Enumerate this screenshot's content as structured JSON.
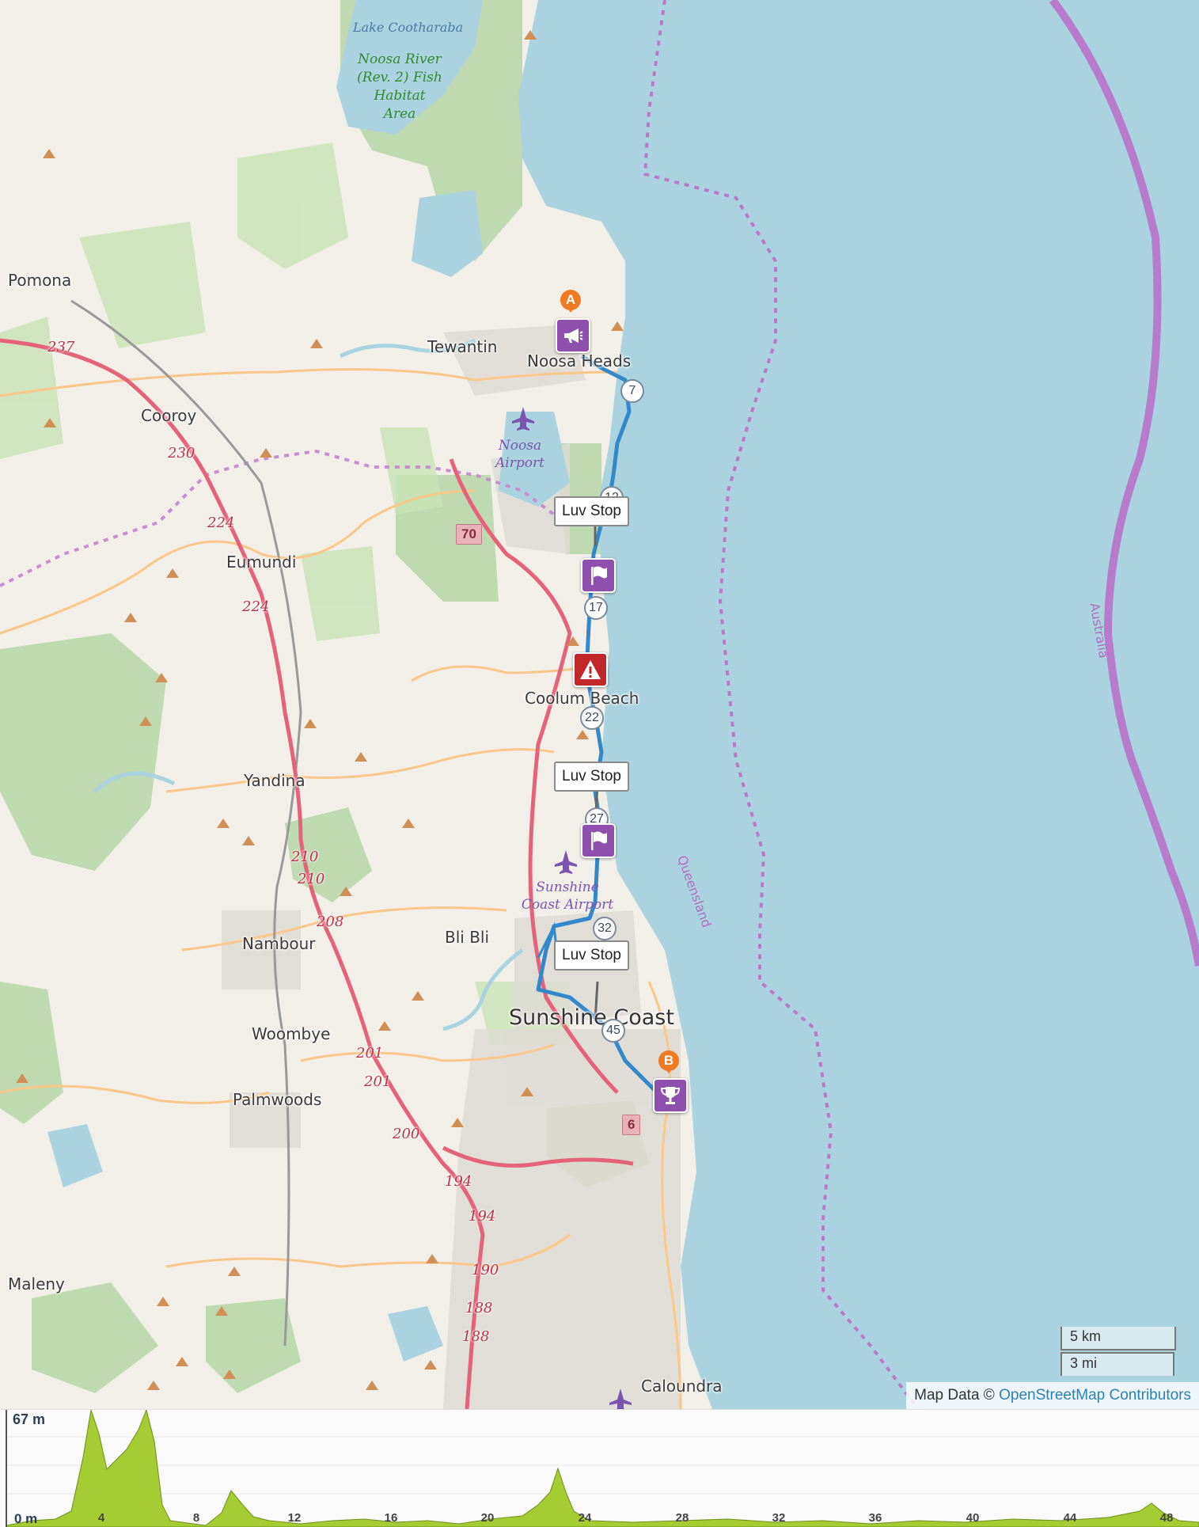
{
  "map": {
    "places": [
      {
        "id": "pomona",
        "label": "Pomona"
      },
      {
        "id": "tewantin",
        "label": "Tewantin"
      },
      {
        "id": "noosa-heads",
        "label": "Noosa Heads"
      },
      {
        "id": "cooroy",
        "label": "Cooroy"
      },
      {
        "id": "eumundi",
        "label": "Eumundi"
      },
      {
        "id": "coolum-beach",
        "label": "Coolum Beach"
      },
      {
        "id": "yandina",
        "label": "Yandina"
      },
      {
        "id": "nambour",
        "label": "Nambour"
      },
      {
        "id": "bli-bli",
        "label": "Bli Bli"
      },
      {
        "id": "sunshine-coast",
        "label": "Sunshine Coast"
      },
      {
        "id": "woombye",
        "label": "Woombye"
      },
      {
        "id": "palmwoods",
        "label": "Palmwoods"
      },
      {
        "id": "maleny",
        "label": "Maleny"
      },
      {
        "id": "caloundra",
        "label": "Caloundra"
      }
    ],
    "water_labels": {
      "lake": "Lake Cootharaba"
    },
    "park_labels": {
      "noosa_river": "Noosa River (Rev. 2) Fish Habitat Area"
    },
    "airports": {
      "noosa": "Noosa Airport",
      "sunshine": "Sunshine Coast Airport"
    },
    "boundaries": {
      "queensland": "Queensland",
      "australia": "Australia"
    },
    "road_refs": [
      "237",
      "230",
      "224",
      "224",
      "210",
      "210",
      "208",
      "201",
      "201",
      "200",
      "194",
      "194",
      "190",
      "188",
      "188"
    ],
    "shields": {
      "a": "70",
      "b": "6"
    },
    "km_markers": [
      "7",
      "12",
      "17",
      "22",
      "27",
      "32",
      "45"
    ],
    "tooltips": [
      "Luv Stop",
      "Luv Stop",
      "Luv Stop"
    ],
    "route_pins": {
      "start": "A",
      "end": "B"
    },
    "poi_icons": [
      "megaphone-icon",
      "flag-icon",
      "warning-icon",
      "flag-icon",
      "trophy-icon"
    ],
    "scale": {
      "km": "5 km",
      "mi": "3 mi"
    },
    "attribution": {
      "prefix": "Map Data ©",
      "link": "OpenStreetMap Contributors"
    },
    "colors": {
      "sea": "#aad3df",
      "land": "#f2efe9",
      "route": "#3388cc",
      "poi": "#8e4fad",
      "danger": "#c0282a",
      "pin": "#f07a22",
      "elevation": "#a6cc33"
    }
  },
  "elevation": {
    "max_label": "67 m",
    "zero_label": "0 m",
    "x_ticks": [
      "4",
      "8",
      "12",
      "16",
      "20",
      "24",
      "28",
      "32",
      "36",
      "40",
      "44",
      "48"
    ]
  }
}
